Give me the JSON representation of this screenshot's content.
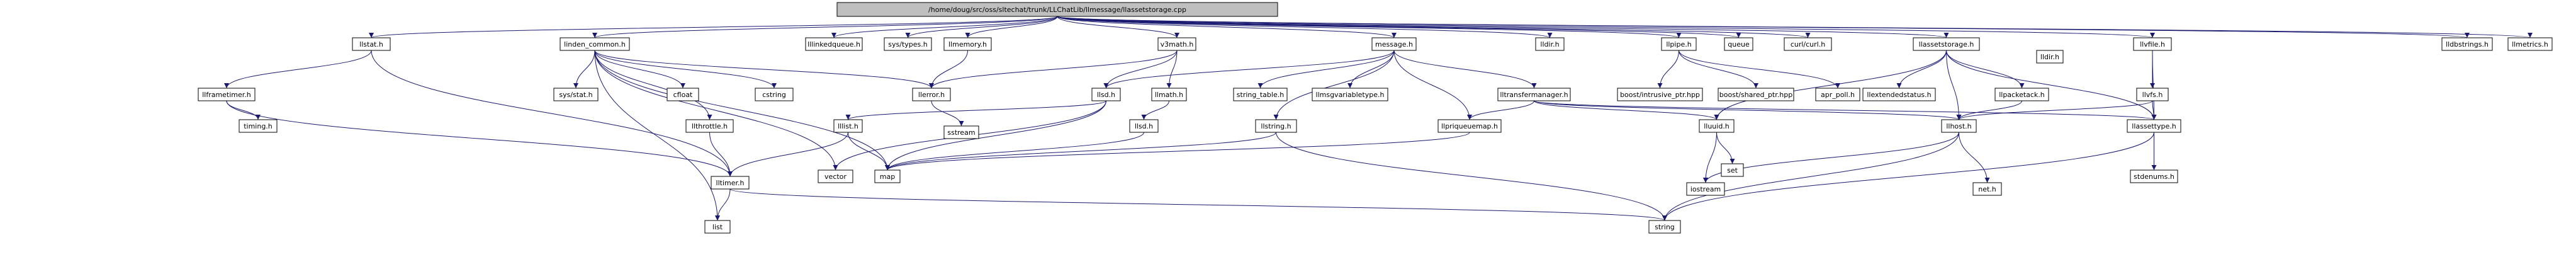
{
  "nodes": [
    {
      "id": "root",
      "label": "/home/doug/src/oss/sltechat/trunk/LLChatLib/llmessage/llassetstorage.cpp",
      "style": "root"
    },
    {
      "id": "lltrig",
      "label": "lldir.h",
      "style": "normal"
    },
    {
      "id": "lluuid",
      "label": "lluuid.h",
      "style": "linked"
    },
    {
      "id": "ltstat",
      "label": "llstat.h",
      "style": "linked"
    },
    {
      "id": "llframetimer",
      "label": "llframetimer.h",
      "style": "normal"
    },
    {
      "id": "timing",
      "label": "timing.h",
      "style": "normal"
    },
    {
      "id": "linden_common",
      "label": "linden_common.h",
      "style": "linked"
    },
    {
      "id": "syststat",
      "label": "sys/stat.h",
      "style": "normal"
    },
    {
      "id": "cfloat",
      "label": "cfloat",
      "style": "gray"
    },
    {
      "id": "cstring",
      "label": "cstring",
      "style": "normal"
    },
    {
      "id": "lllinkedqueue",
      "label": "lllinkedqueue.h",
      "style": "normal"
    },
    {
      "id": "systypes",
      "label": "sys/types.h",
      "style": "normal"
    },
    {
      "id": "llmemory",
      "label": "llmemory.h",
      "style": "linked"
    },
    {
      "id": "llerror",
      "label": "llerror.h",
      "style": "linked"
    },
    {
      "id": "sstream",
      "label": "sstream",
      "style": "gray"
    },
    {
      "id": "v3math",
      "label": "v3math.h",
      "style": "normal"
    },
    {
      "id": "llsd",
      "label": "llsd.h",
      "style": "linked"
    },
    {
      "id": "llmath",
      "label": "llmath.h",
      "style": "linked"
    },
    {
      "id": "message",
      "label": "message.h",
      "style": "linked"
    },
    {
      "id": "string_table",
      "label": "string_table.h",
      "style": "linked"
    },
    {
      "id": "llmsgvariabletype",
      "label": "llmsgvariabletype.h",
      "style": "normal"
    },
    {
      "id": "llpriqueuemap",
      "label": "llpriqueuemap.h",
      "style": "normal"
    },
    {
      "id": "lltldr",
      "label": "lldir.h",
      "style": "normal"
    },
    {
      "id": "lltransfermanager",
      "label": "lltransfermanager.h",
      "style": "normal"
    },
    {
      "id": "llstring",
      "label": "llstring.h",
      "style": "linked"
    },
    {
      "id": "llsd2",
      "label": "llsd.h",
      "style": "linked"
    },
    {
      "id": "llpipe",
      "label": "llpipe.h",
      "style": "normal"
    },
    {
      "id": "queue",
      "label": "queue",
      "style": "gray"
    },
    {
      "id": "curl",
      "label": "curl/curl.h",
      "style": "gray"
    },
    {
      "id": "boost_intrusive",
      "label": "boost/intrusive_ptr.hpp",
      "style": "gray"
    },
    {
      "id": "boost_shared",
      "label": "boost/shared_ptr.hpp",
      "style": "gray"
    },
    {
      "id": "apr_poll",
      "label": "apr_poll.h",
      "style": "gray"
    },
    {
      "id": "llassetstorage_h",
      "label": "llassetstorage.h",
      "style": "linked"
    },
    {
      "id": "llextendedstatus",
      "label": "llextendedstatus.h",
      "style": "normal"
    },
    {
      "id": "llpacketack",
      "label": "llpacketack.h",
      "style": "normal"
    },
    {
      "id": "llhost",
      "label": "llhost.h",
      "style": "normal"
    },
    {
      "id": "lluuid2",
      "label": "lluuid.h",
      "style": "linked"
    },
    {
      "id": "llvfile",
      "label": "llvfile.h",
      "style": "linked"
    },
    {
      "id": "llvfs",
      "label": "llvfs.h",
      "style": "linked"
    },
    {
      "id": "llassettype",
      "label": "llassettype.h",
      "style": "normal"
    },
    {
      "id": "stdenums",
      "label": "stdenums.h",
      "style": "normal"
    },
    {
      "id": "lldbstrings",
      "label": "lldbstrings.h",
      "style": "normal"
    },
    {
      "id": "llmetrics",
      "label": "llmetrics.h",
      "style": "normal"
    },
    {
      "id": "llthrottle",
      "label": "llthrottle.h",
      "style": "normal"
    },
    {
      "id": "lltimer",
      "label": "lltimer.h",
      "style": "linked"
    },
    {
      "id": "lllst",
      "label": "lllist.h",
      "style": "linked"
    },
    {
      "id": "vector",
      "label": "vector",
      "style": "gray"
    },
    {
      "id": "list",
      "label": "list",
      "style": "gray"
    },
    {
      "id": "map",
      "label": "map",
      "style": "gray"
    },
    {
      "id": "set",
      "label": "set",
      "style": "gray"
    },
    {
      "id": "iostream",
      "label": "iostream",
      "style": "gray"
    },
    {
      "id": "nethdr",
      "label": "net.h",
      "style": "normal"
    },
    {
      "id": "string",
      "label": "string",
      "style": "gray"
    }
  ],
  "colors": {
    "edge": "#191970",
    "root_fill": "#bfbfbf",
    "linked_stroke": "#ff0000",
    "gray_stroke": "#bfbfbf"
  }
}
